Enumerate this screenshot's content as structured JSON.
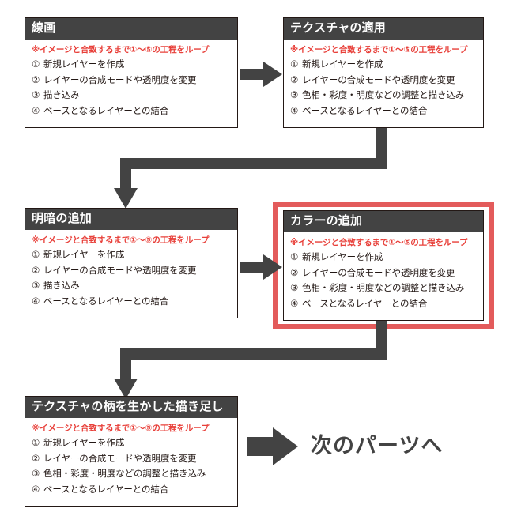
{
  "diagram": {
    "loop_note": "※イメージと合致するまで①～⑤の工程をループ",
    "colors": {
      "header_bg": "#434343",
      "note_red": "#e8403a",
      "highlight_red": "#e35b5b",
      "box_border": "#231815",
      "arrow_gray": "#434343",
      "page_bg": "#ffffff"
    },
    "end_label": "次のパーツへ",
    "steps": [
      {
        "id": "line-art",
        "title": "線画",
        "items": [
          {
            "num": "①",
            "text": "新規レイヤーを作成"
          },
          {
            "num": "②",
            "text": "レイヤーの合成モードや透明度を変更"
          },
          {
            "num": "③",
            "text": "描き込み"
          },
          {
            "num": "④",
            "text": "ベースとなるレイヤーとの結合"
          }
        ]
      },
      {
        "id": "texture",
        "title": "テクスチャの適用",
        "items": [
          {
            "num": "①",
            "text": "新規レイヤーを作成"
          },
          {
            "num": "②",
            "text": "レイヤーの合成モードや透明度を変更"
          },
          {
            "num": "③",
            "text": "色相・彩度・明度などの調整と描き込み"
          },
          {
            "num": "④",
            "text": "ベースとなるレイヤーとの結合"
          }
        ]
      },
      {
        "id": "shading",
        "title": "明暗の追加",
        "items": [
          {
            "num": "①",
            "text": "新規レイヤーを作成"
          },
          {
            "num": "②",
            "text": "レイヤーの合成モードや透明度を変更"
          },
          {
            "num": "③",
            "text": "描き込み"
          },
          {
            "num": "④",
            "text": "ベースとなるレイヤーとの結合"
          }
        ]
      },
      {
        "id": "color",
        "title": "カラーの追加",
        "highlighted": true,
        "items": [
          {
            "num": "①",
            "text": "新規レイヤーを作成"
          },
          {
            "num": "②",
            "text": "レイヤーの合成モードや透明度を変更"
          },
          {
            "num": "③",
            "text": "色相・彩度・明度などの調整と描き込み"
          },
          {
            "num": "④",
            "text": "ベースとなるレイヤーとの結合"
          }
        ]
      },
      {
        "id": "detail",
        "title": "テクスチャの柄を生かした描き足し",
        "items": [
          {
            "num": "①",
            "text": "新規レイヤーを作成"
          },
          {
            "num": "②",
            "text": "レイヤーの合成モードや透明度を変更"
          },
          {
            "num": "③",
            "text": "色相・彩度・明度などの調整と描き込み"
          },
          {
            "num": "④",
            "text": "ベースとなるレイヤーとの結合"
          }
        ]
      }
    ]
  }
}
